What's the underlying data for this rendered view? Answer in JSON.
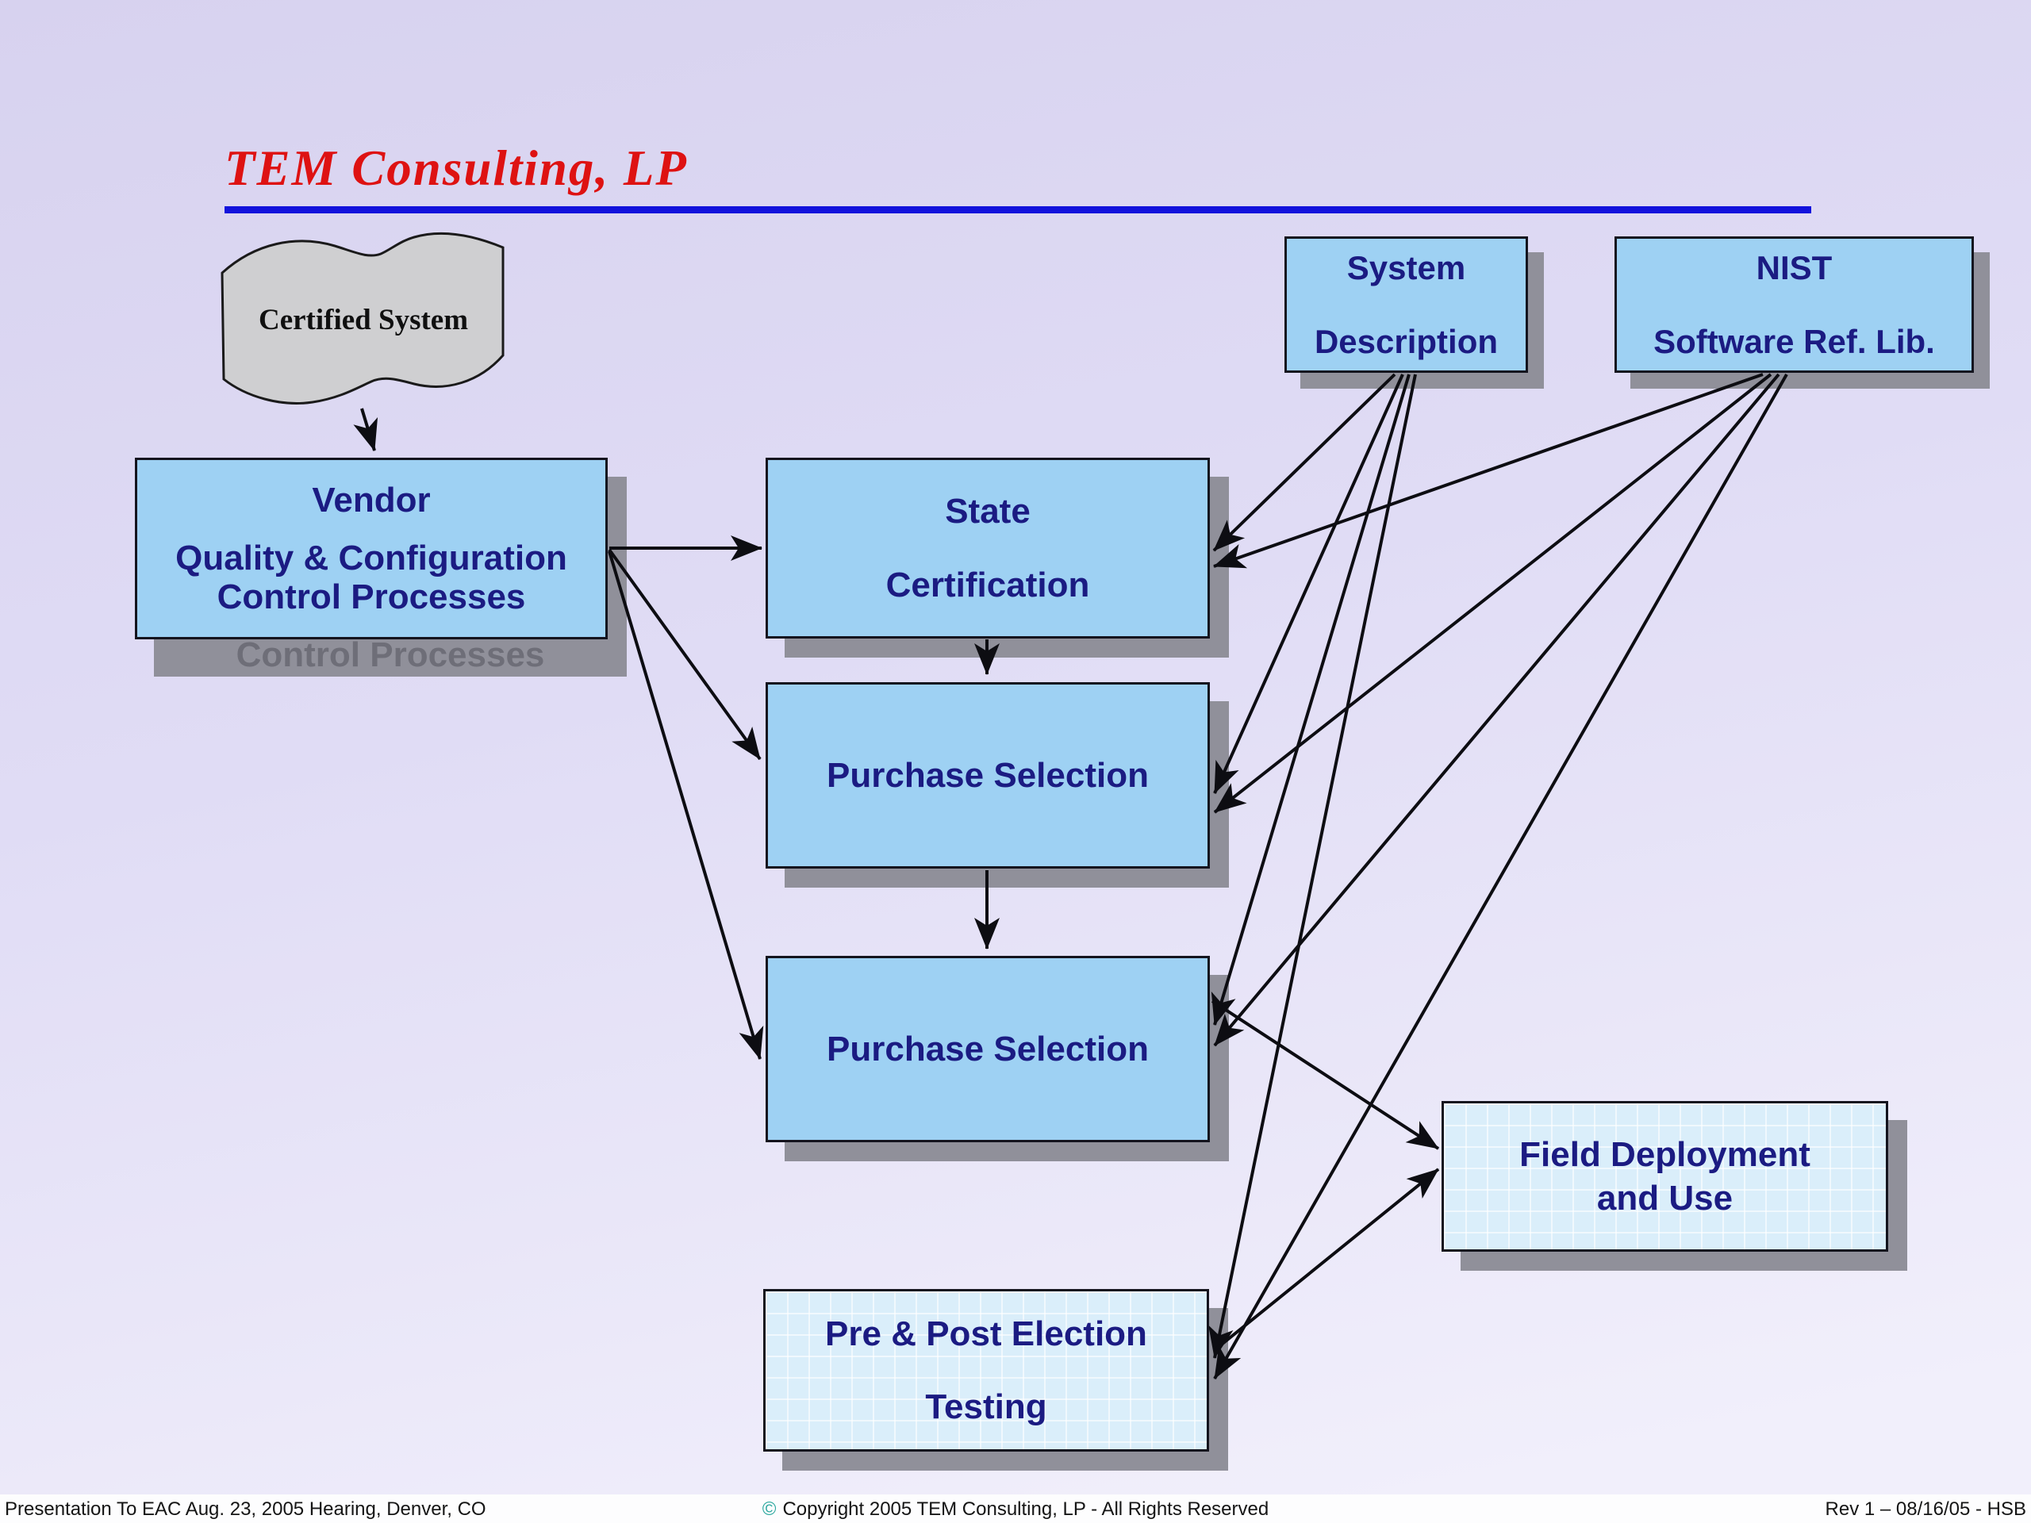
{
  "title": "TEM Consulting, LP",
  "flag": {
    "label": "Certified System"
  },
  "boxes": {
    "vendor": {
      "lines": [
        "Vendor",
        "Quality & Configuration",
        "Control Processes"
      ]
    },
    "state_certification": {
      "lines": [
        "State",
        "Certification"
      ]
    },
    "purchase_selection_1": {
      "lines": [
        "Purchase Selection"
      ]
    },
    "purchase_selection_2": {
      "lines": [
        "Purchase Selection"
      ]
    },
    "system_description": {
      "lines": [
        "System",
        "Description"
      ]
    },
    "nist": {
      "lines": [
        "NIST",
        "Software Ref. Lib."
      ]
    },
    "field_deployment": {
      "lines": [
        "Field Deployment",
        "and Use"
      ]
    },
    "pre_post_testing": {
      "lines": [
        "Pre & Post Election",
        "Testing"
      ]
    }
  },
  "connections": [
    {
      "from": "certified-system",
      "to": "vendor"
    },
    {
      "from": "vendor",
      "to": "state-certification"
    },
    {
      "from": "vendor",
      "to": "purchase-selection-1"
    },
    {
      "from": "vendor",
      "to": "purchase-selection-2"
    },
    {
      "from": "state-certification",
      "to": "purchase-selection-1"
    },
    {
      "from": "purchase-selection-1",
      "to": "purchase-selection-2"
    },
    {
      "from": "system-description",
      "to": "state-certification"
    },
    {
      "from": "system-description",
      "to": "purchase-selection-1"
    },
    {
      "from": "system-description",
      "to": "purchase-selection-2"
    },
    {
      "from": "system-description",
      "to": "pre-post-election-testing"
    },
    {
      "from": "nist-software-ref-lib",
      "to": "state-certification"
    },
    {
      "from": "nist-software-ref-lib",
      "to": "purchase-selection-1"
    },
    {
      "from": "nist-software-ref-lib",
      "to": "purchase-selection-2"
    },
    {
      "from": "nist-software-ref-lib",
      "to": "pre-post-election-testing"
    },
    {
      "from": "purchase-selection-2",
      "to": "field-deployment-and-use"
    },
    {
      "from": "pre-post-election-testing",
      "to": "field-deployment-and-use"
    }
  ],
  "footer": {
    "left": "Presentation To EAC Aug. 23, 2005 Hearing, Denver, CO",
    "center_symbol": "©",
    "center_text": "Copyright 2005 TEM Consulting, LP - All Rights Reserved",
    "right": "Rev 1 – 08/16/05 - HSB"
  },
  "colors": {
    "title_red": "#de1212",
    "rule_blue": "#1212dc",
    "box_blue": "#9ed1f3",
    "box_blue_light": "#daeefa",
    "box_border": "#14141e",
    "text_navy": "#1b1b82",
    "shadow_gray": "#90909a",
    "copyright_teal": "#2aa79e",
    "bg_top": "#d7d2ef",
    "bg_bottom": "#f1effb",
    "footer_bg": "#fdfdfe",
    "flag_gray": "#cfcfd1",
    "arrow_black": "#0d0d12"
  }
}
